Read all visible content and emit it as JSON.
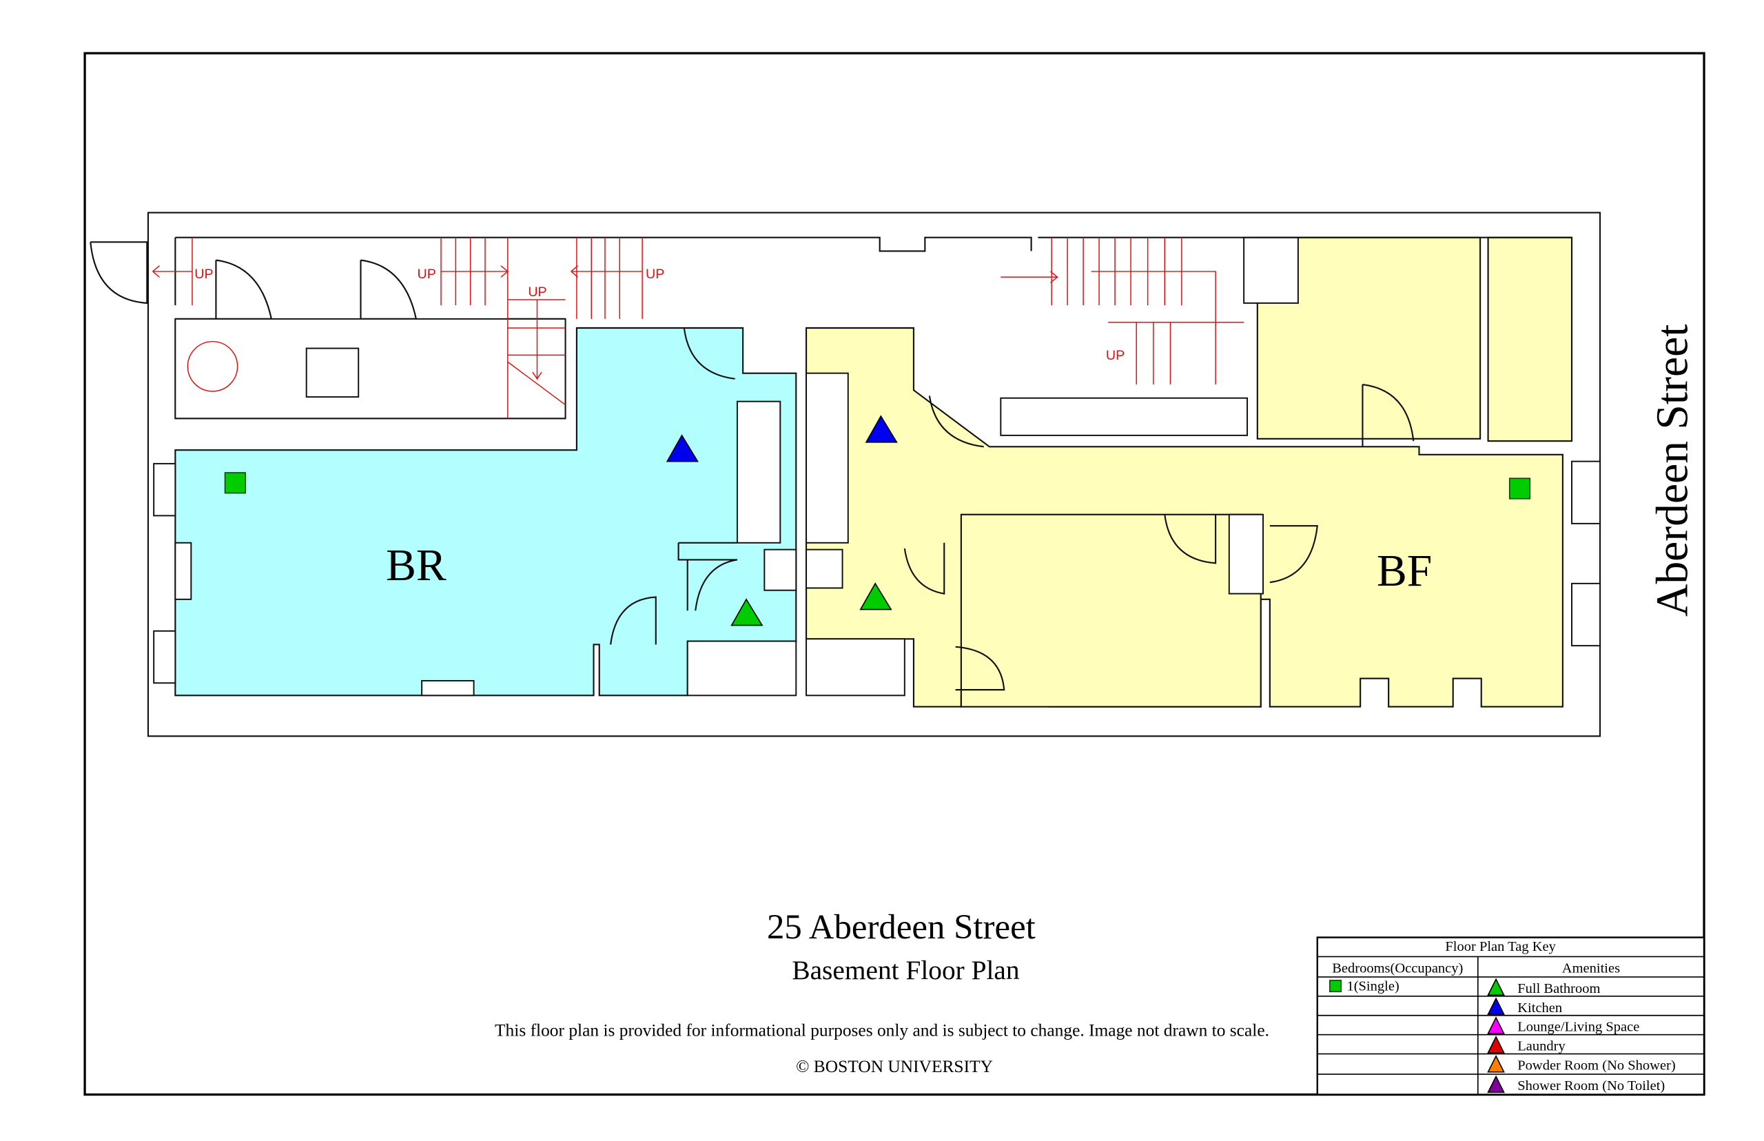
{
  "plan": {
    "street_label": "Aberdeen Street",
    "rooms": [
      {
        "id": "BR",
        "label": "BR",
        "fill": "#b3ffff"
      },
      {
        "id": "BF",
        "label": "BF",
        "fill": "#ffffbb"
      }
    ],
    "stair_label": "UP"
  },
  "title": {
    "address": "25 Aberdeen Street",
    "floor": "Basement Floor Plan",
    "disclaimer": "This floor plan is provided for informational purposes only and is subject to change. Image not drawn to scale.",
    "copyright": "© BOSTON UNIVERSITY"
  },
  "legend": {
    "title": "Floor Plan Tag Key",
    "bedrooms_header": "Bedrooms(Occupancy)",
    "amenities_header": "Amenities",
    "bedrooms": [
      {
        "label": "1(Single)",
        "color": "#00cc00"
      }
    ],
    "amenities": [
      {
        "label": "Full Bathroom",
        "color": "#00cc00"
      },
      {
        "label": "Kitchen",
        "color": "#0000ee"
      },
      {
        "label": "Lounge/Living Space",
        "color": "#ff00ff"
      },
      {
        "label": "Laundry",
        "color": "#e00000"
      },
      {
        "label": "Powder Room (No Shower)",
        "color": "#ff8000"
      },
      {
        "label": "Shower Room (No Toilet)",
        "color": "#8000a0"
      }
    ]
  }
}
